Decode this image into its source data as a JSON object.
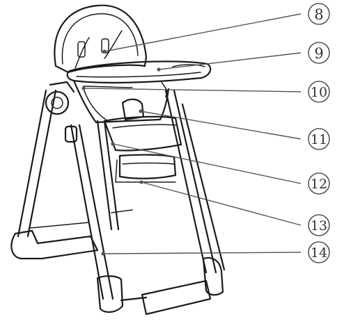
{
  "diagram": {
    "subject": "high chair",
    "colors": {
      "line": "#1a1a1a",
      "leader": "#555555",
      "label": "#333333",
      "background": "#ffffff"
    },
    "callouts": [
      {
        "id": "c8",
        "number": "8"
      },
      {
        "id": "c9",
        "number": "9"
      },
      {
        "id": "c10",
        "number": "10"
      },
      {
        "id": "c11",
        "number": "11"
      },
      {
        "id": "c12",
        "number": "12"
      },
      {
        "id": "c13",
        "number": "13"
      },
      {
        "id": "c14",
        "number": "14"
      }
    ]
  }
}
